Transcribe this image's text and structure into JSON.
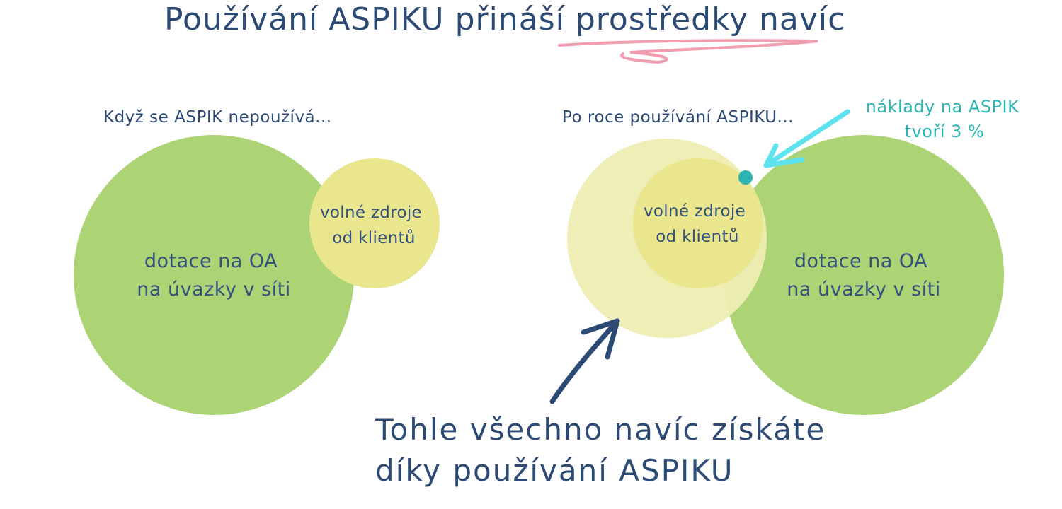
{
  "colors": {
    "navy": "#2c4a74",
    "green": "#acd374",
    "yellow": "#e9e68e",
    "light_yellow": "#eeedb3",
    "teal": "#2ab5b3",
    "cyan_arrow": "#5ee3ee",
    "pink_underline": "#f09db0",
    "text_blue": "#35527c"
  },
  "header": {
    "title_part1": "Používání ASPIKU přináší ",
    "title_part2": "prostředky navíc"
  },
  "left_diagram": {
    "caption": "Když se ASPIK nepoužívá...",
    "big_circle_line1": "dotace na OA",
    "big_circle_line2": "na úvazky v síti",
    "small_circle_line1": "volné zdroje",
    "small_circle_line2": "od klientů"
  },
  "right_diagram": {
    "caption": "Po roce používání ASPIKU...",
    "inner_circle_line1": "volné zdroje",
    "inner_circle_line2": "od klientů",
    "big_circle_line1": "dotace na OA",
    "big_circle_line2": "na úvazky v síti"
  },
  "cost_note": {
    "line1": "náklady na ASPIK",
    "line2": "tvoří 3 %"
  },
  "bottom_note": {
    "line1": "Tohle všechno navíc získáte",
    "line2": "díky používání ASPIKU"
  }
}
